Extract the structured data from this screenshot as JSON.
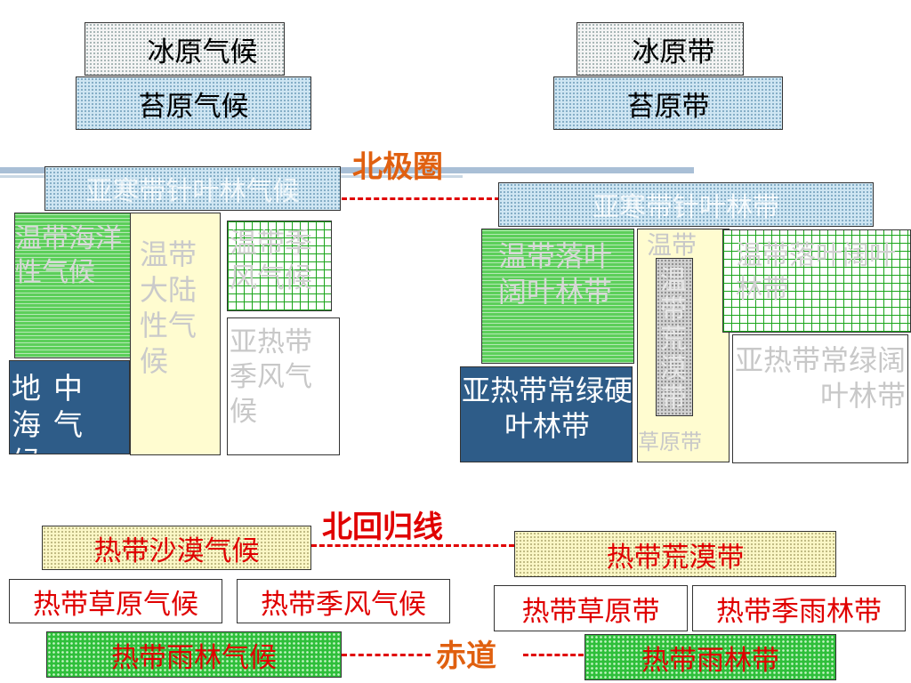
{
  "top_left": {
    "ice_climate": "冰原气候",
    "tundra_climate": "苔原气候"
  },
  "top_right": {
    "ice_zone": "冰原带",
    "tundra_zone": "苔原带"
  },
  "arctic_circle": "北极圈",
  "tropic_of_cancer": "北回归线",
  "equator": "赤道",
  "temperate_left": {
    "subarctic_climate": "亚寒带针叶林气候",
    "oceanic": "温带海洋性气候",
    "continental": "温带大陆性气候",
    "monsoon": "温带季风气候",
    "subtropical_monsoon": "亚热带季风气候",
    "mediterranean": "地中海气候"
  },
  "temperate_right": {
    "taiga": "亚寒带针叶林带",
    "deciduous_forest": "温带落叶阔叶林带",
    "temperate_label": "温带",
    "desert_zone": "温带荒漠带",
    "grassland_zone": "草原带",
    "mixed_forest": "温带落叶阔叶林带",
    "subtropical_evergreen": "亚热带常绿阔叶林带",
    "sclerophyll": "亚热带常绿硬叶林带"
  },
  "tropical_left": {
    "desert_climate": "热带沙漠气候",
    "savanna_climate": "热带草原气候",
    "monsoon_climate": "热带季风气候",
    "rainforest_climate": "热带雨林气候"
  },
  "tropical_right": {
    "desert_zone": "热带荒漠带",
    "savanna_zone": "热带草原带",
    "monsoon_forest": "热带季雨林带",
    "rainforest_zone": "热带雨林带"
  },
  "colors": {
    "red_text": "#e00000",
    "orange_label": "#e06010",
    "navy": "#2e5c88",
    "faded_text": "#c8c8c8"
  }
}
